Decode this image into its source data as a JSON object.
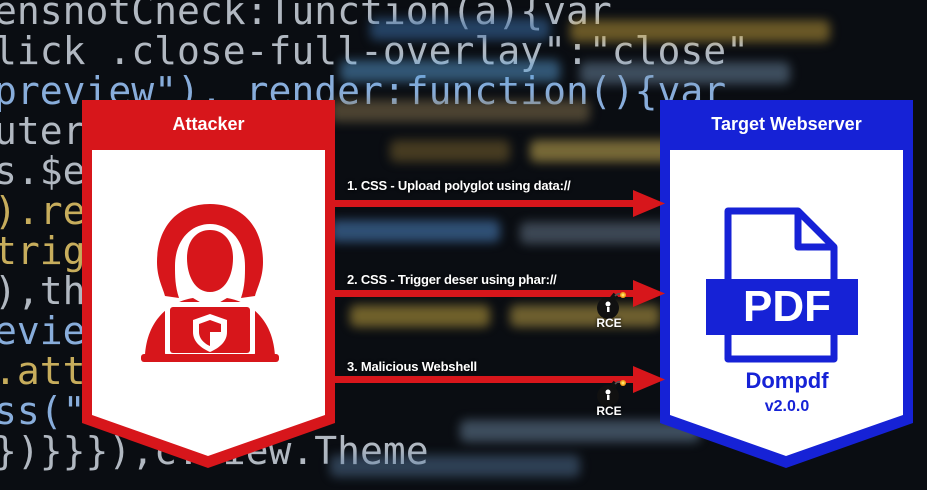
{
  "background": {
    "code_lines": [
      "ensnotCneck:Tunction(a){var",
      "lick .close-full-overlay\":\"close\"",
      "preview\"), render:function(){var",
      "uter.",
      "s.$el",
      ").rem",
      "trigg",
      "),thi",
      "eview",
      ".att",
      "ss(\"disa",
      "})}}}),c.view.Theme"
    ]
  },
  "attacker": {
    "title": "Attacker",
    "color": "#d7161b"
  },
  "target": {
    "title": "Target Webserver",
    "color": "#1622d6",
    "document_label": "PDF",
    "product_name": "Dompdf",
    "product_version": "v2.0.0"
  },
  "arrows": [
    {
      "label": "1. CSS - Upload polyglot using data://",
      "has_rce": false
    },
    {
      "label": "2. CSS - Trigger deser using phar://",
      "has_rce": true,
      "rce_label": "RCE"
    },
    {
      "label": "3. Malicious Webshell",
      "has_rce": true,
      "rce_label": "RCE"
    }
  ],
  "icons": {
    "attacker_icon": "hooded-hacker-icon",
    "document_icon": "pdf-document-icon",
    "bomb_icon": "bomb-icon"
  },
  "colors": {
    "arrow": "#d7161b",
    "attacker_red": "#d7161b",
    "target_blue": "#1622d6"
  }
}
